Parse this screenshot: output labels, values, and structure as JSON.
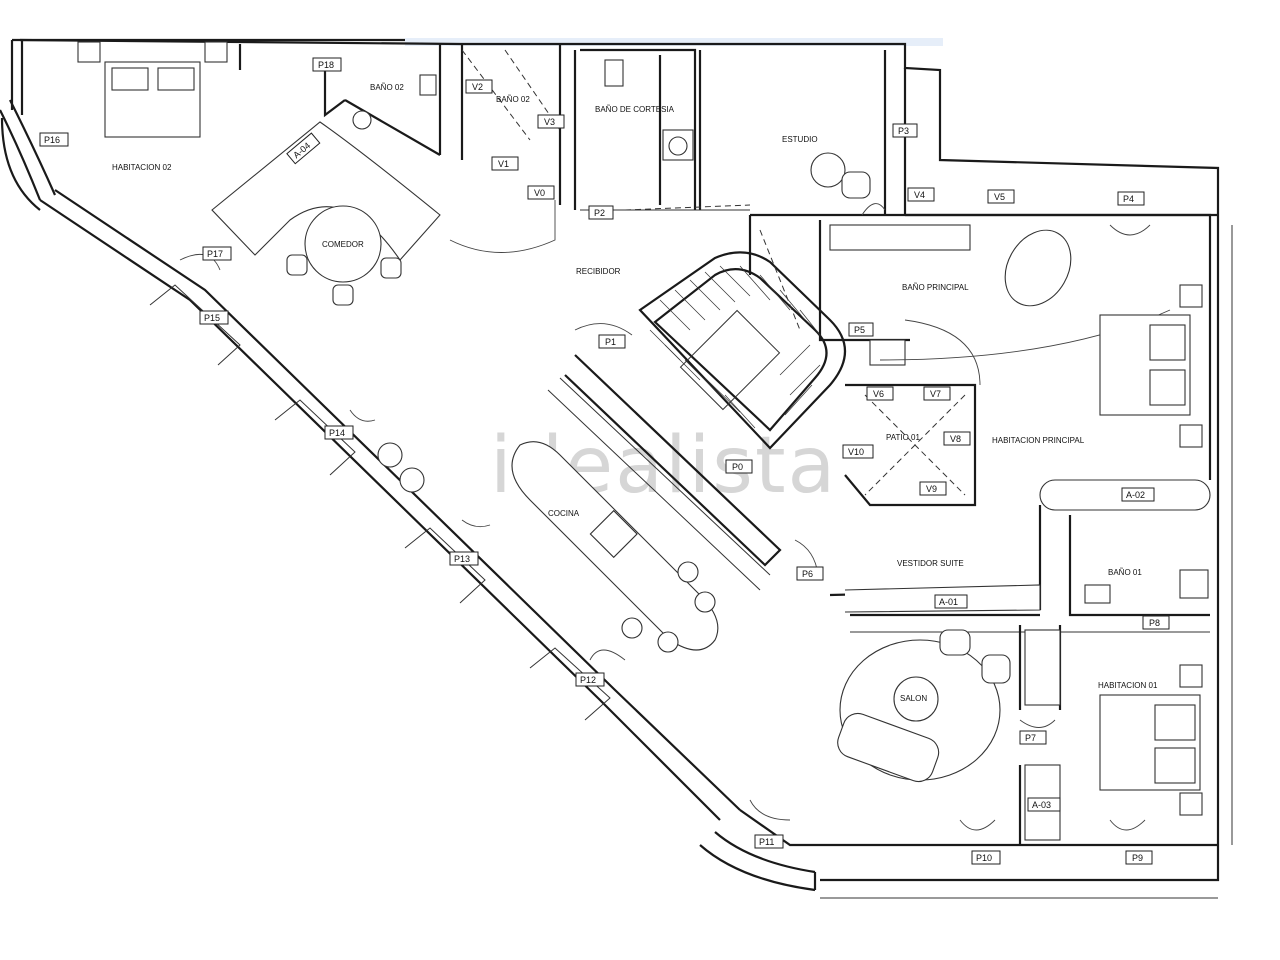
{
  "rooms": {
    "habitacion_02": "HABITACION 02",
    "comedor": "COMEDOR",
    "bano_02": "BAÑO 02",
    "bano_02b": "BAÑO 02",
    "bano_cortesia": "BAÑO DE CORTESIA",
    "estudio": "ESTUDIO",
    "recibidor": "RECIBIDOR",
    "bano_principal": "BAÑO PRINCIPAL",
    "patio": "PATIO 01",
    "habitacion_principal": "HABITACION PRINCIPAL",
    "cocina": "COCINA",
    "vestidor_suite": "VESTIDOR SUITE",
    "bano_01": "BAÑO 01",
    "salon": "SALON",
    "habitacion_01": "HABITACION 01"
  },
  "tags": {
    "p1": "P1",
    "p2": "P2",
    "p3": "P3",
    "p4": "P4",
    "p5": "P5",
    "p6": "P6",
    "p7": "P7",
    "p8": "P8",
    "p9": "P9",
    "p10": "P10",
    "p11": "P11",
    "p12": "P12",
    "p13": "P13",
    "p14": "P14",
    "p15": "P15",
    "p16": "P16",
    "p17": "P17",
    "p18": "P18",
    "v1": "V1",
    "v2": "V2",
    "v3": "V3",
    "v4": "V4",
    "v5": "V5",
    "v6": "V6",
    "v7": "V7",
    "v8": "V8",
    "v9": "V9",
    "v10": "V10",
    "v0": "V0",
    "p0": "P0",
    "a01": "A-01",
    "a02": "A-02",
    "a03": "A-03",
    "a04": "A-04"
  },
  "watermark": "idealista"
}
